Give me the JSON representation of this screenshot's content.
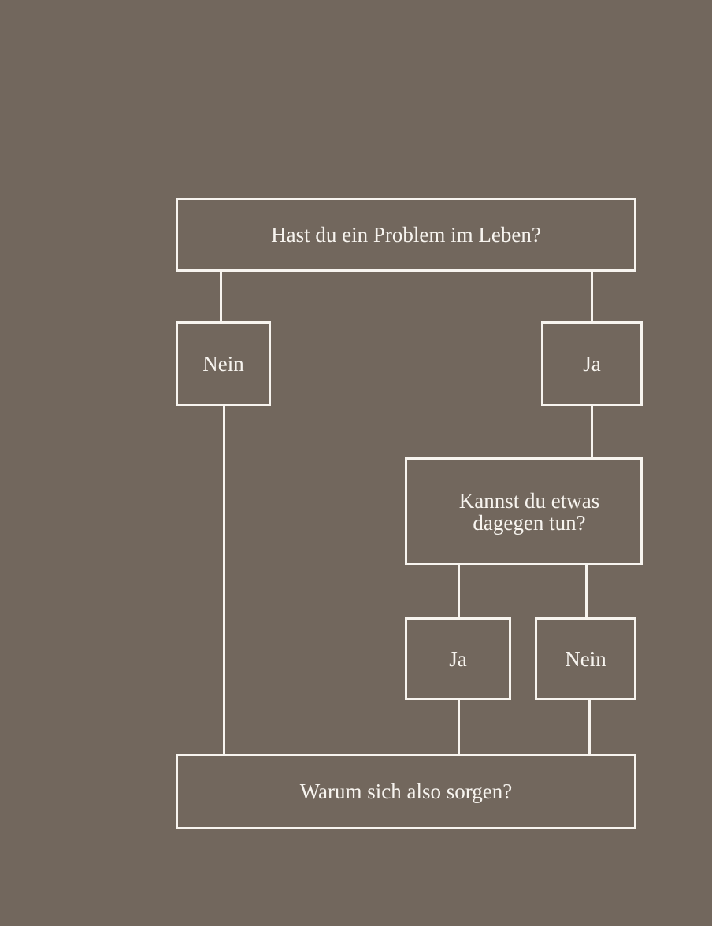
{
  "diagram": {
    "question1": "Hast du ein Problem im Leben?",
    "answer_no_1": "Nein",
    "answer_yes_1": "Ja",
    "question2_line1": "Kannst du etwas",
    "question2_line2": "dagegen tun?",
    "answer_yes_2": "Ja",
    "answer_no_2": "Nein",
    "conclusion": "Warum sich also sorgen?"
  },
  "colors": {
    "background": "#72675d",
    "line": "#f7f4ef"
  }
}
